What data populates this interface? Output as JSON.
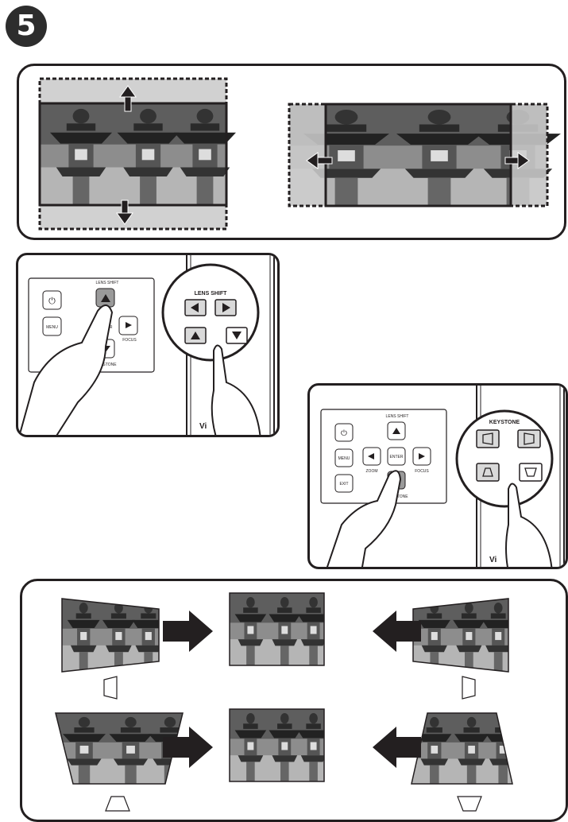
{
  "step": {
    "number": "5"
  },
  "remote_a": {
    "lens_shift_label": "LENS SHIFT",
    "menu_label": "MENU",
    "enter_label": "ENTER",
    "focus_label": "FOCUS",
    "keystone_label": "KEYSTONE",
    "zoom_inset_title": "LENS SHIFT",
    "brand_partial": "Vi"
  },
  "remote_b": {
    "lens_shift_label": "LENS SHIFT",
    "menu_label": "MENU",
    "enter_label": "ENTER",
    "zoom_label": "ZOOM",
    "focus_label": "FOCUS",
    "exit_label": "EXIT",
    "keystone_label": "KEYSTONE",
    "zoom_inset_title": "KEYSTONE",
    "brand_partial": "Vi"
  },
  "icons": {
    "power": "power-icon",
    "up": "arrow-up-icon",
    "down": "arrow-down-icon",
    "left": "arrow-left-icon",
    "right": "arrow-right-icon"
  }
}
